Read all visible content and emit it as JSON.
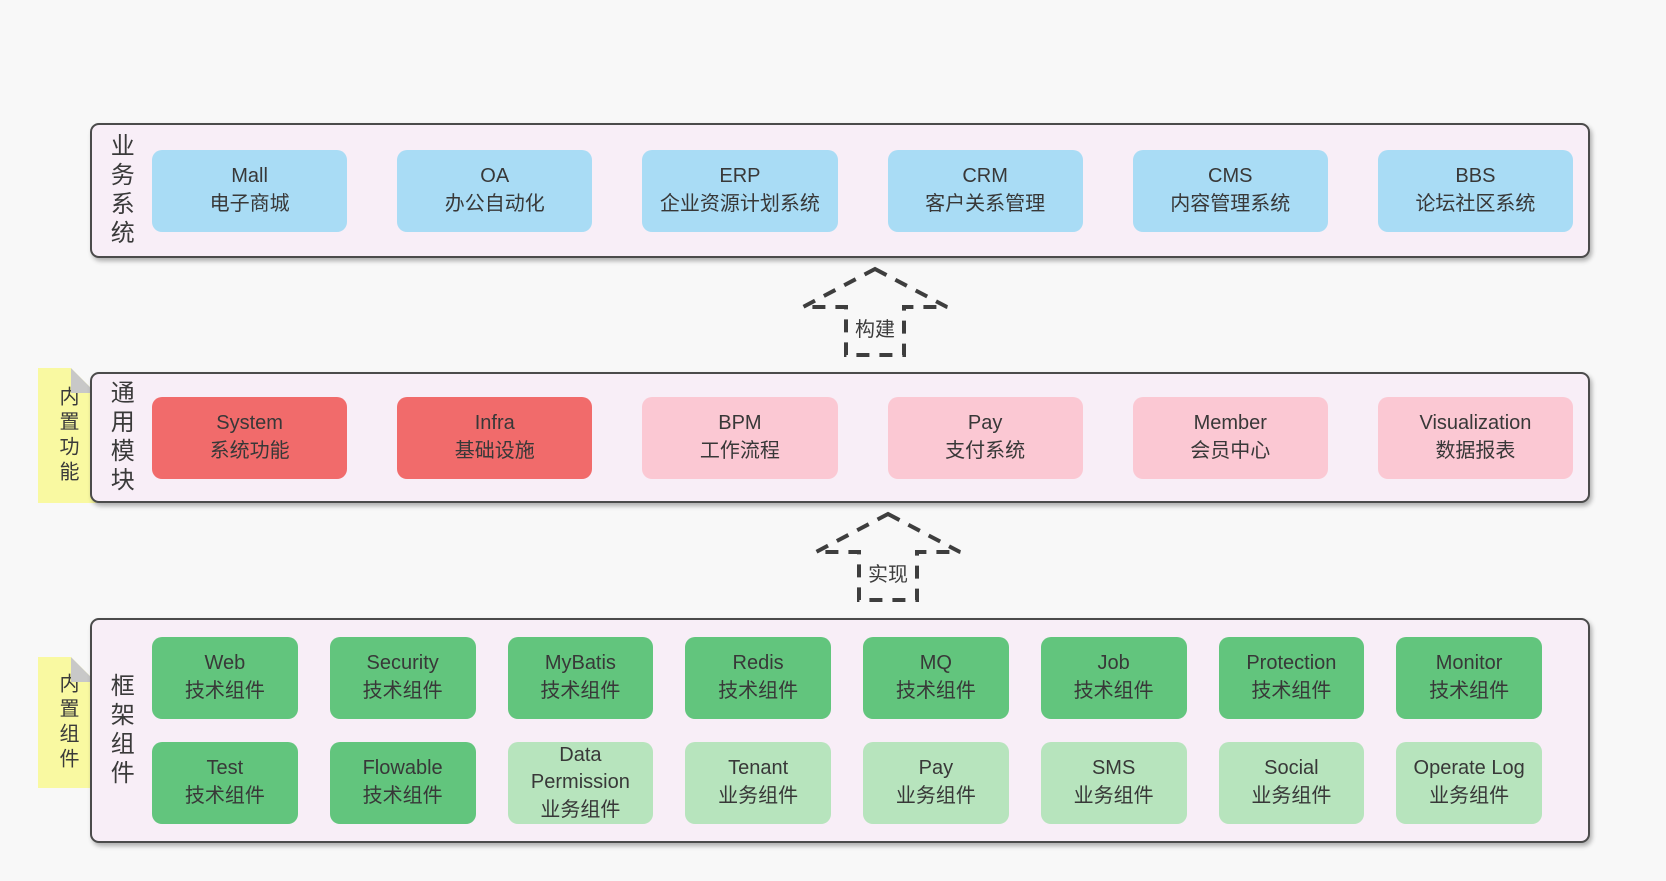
{
  "colors": {
    "blue": "#a9dcf5",
    "red": "#f16b6b",
    "pink": "#fbc8d3",
    "green": "#62c57d",
    "lightgreen": "#b7e4bd",
    "note_yellow": "#f9f9a1",
    "note_fold_gray": "#c8c8c8",
    "container_bg": "#f8eef7",
    "container_border": "#4b4b4b",
    "page_bg": "#f8f8f8",
    "text": "#3d3d3d",
    "arrow": "#3e3e3e"
  },
  "arrows": [
    {
      "label": "构建"
    },
    {
      "label": "实现"
    }
  ],
  "layers": [
    {
      "id": "business-systems",
      "label": "业务系统",
      "note": null,
      "rows": [
        [
          {
            "name": "Mall",
            "desc": "电子商城",
            "variant": "blue"
          },
          {
            "name": "OA",
            "desc": "办公自动化",
            "variant": "blue"
          },
          {
            "name": "ERP",
            "desc": "企业资源计划系统",
            "variant": "blue"
          },
          {
            "name": "CRM",
            "desc": "客户关系管理",
            "variant": "blue"
          },
          {
            "name": "CMS",
            "desc": "内容管理系统",
            "variant": "blue"
          },
          {
            "name": "BBS",
            "desc": "论坛社区系统",
            "variant": "blue"
          }
        ]
      ]
    },
    {
      "id": "common-modules",
      "label": "通用模块",
      "note": "内置功能",
      "rows": [
        [
          {
            "name": "System",
            "desc": "系统功能",
            "variant": "red"
          },
          {
            "name": "Infra",
            "desc": "基础设施",
            "variant": "red"
          },
          {
            "name": "BPM",
            "desc": "工作流程",
            "variant": "pink"
          },
          {
            "name": "Pay",
            "desc": "支付系统",
            "variant": "pink"
          },
          {
            "name": "Member",
            "desc": "会员中心",
            "variant": "pink"
          },
          {
            "name": "Visualization",
            "desc": "数据报表",
            "variant": "pink"
          }
        ]
      ]
    },
    {
      "id": "framework-components",
      "label": "框架组件",
      "note": "内置组件",
      "rows": [
        [
          {
            "name": "Web",
            "desc": "技术组件",
            "variant": "green"
          },
          {
            "name": "Security",
            "desc": "技术组件",
            "variant": "green"
          },
          {
            "name": "MyBatis",
            "desc": "技术组件",
            "variant": "green"
          },
          {
            "name": "Redis",
            "desc": "技术组件",
            "variant": "green"
          },
          {
            "name": "MQ",
            "desc": "技术组件",
            "variant": "green"
          },
          {
            "name": "Job",
            "desc": "技术组件",
            "variant": "green"
          },
          {
            "name": "Protection",
            "desc": "技术组件",
            "variant": "green"
          },
          {
            "name": "Monitor",
            "desc": "技术组件",
            "variant": "green"
          }
        ],
        [
          {
            "name": "Test",
            "desc": "技术组件",
            "variant": "green"
          },
          {
            "name": "Flowable",
            "desc": "技术组件",
            "variant": "green"
          },
          {
            "name": "Data Permission",
            "desc": "业务组件",
            "variant": "lightgreen"
          },
          {
            "name": "Tenant",
            "desc": "业务组件",
            "variant": "lightgreen"
          },
          {
            "name": "Pay",
            "desc": "业务组件",
            "variant": "lightgreen"
          },
          {
            "name": "SMS",
            "desc": "业务组件",
            "variant": "lightgreen"
          },
          {
            "name": "Social",
            "desc": "业务组件",
            "variant": "lightgreen"
          },
          {
            "name": "Operate Log",
            "desc": "业务组件",
            "variant": "lightgreen"
          }
        ]
      ]
    }
  ]
}
